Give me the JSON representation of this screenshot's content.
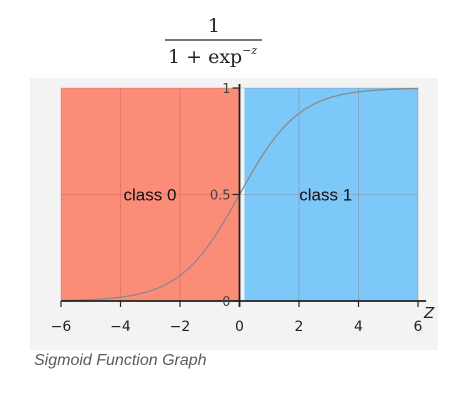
{
  "chart_data": {
    "type": "line",
    "title": {
      "numerator": "1",
      "denominator_prefix": "1 + exp",
      "denominator_exponent": "−z"
    },
    "xlabel": "Z",
    "ylabel": "",
    "xlim": [
      -6,
      6
    ],
    "ylim": [
      0,
      1
    ],
    "xticks": [
      -6,
      -4,
      -2,
      0,
      2,
      4,
      6
    ],
    "x_tick_labels": [
      "−6",
      "−4",
      "−2",
      "0",
      "2",
      "4",
      "6"
    ],
    "yticks": [
      0,
      0.5,
      1
    ],
    "y_tick_labels": [
      "0",
      "0.5",
      "1"
    ],
    "grid": true,
    "series": [
      {
        "function": "sigmoid",
        "x": [
          -6,
          -5,
          -4,
          -3,
          -2,
          -1,
          0,
          1,
          2,
          3,
          4,
          5,
          6
        ],
        "y": [
          0.0025,
          0.0067,
          0.018,
          0.047,
          0.119,
          0.269,
          0.5,
          0.731,
          0.881,
          0.953,
          0.982,
          0.9933,
          0.9975
        ]
      }
    ],
    "regions": [
      {
        "label": "class 0",
        "x_range": [
          -6,
          0
        ],
        "color": "#fb8c78"
      },
      {
        "label": "class 1",
        "x_range": [
          0,
          6
        ],
        "color": "#7cc8f8"
      }
    ]
  },
  "caption": "Sigmoid Function Graph",
  "colors": {
    "curve": "#8a8a8a",
    "axis": "#222222",
    "grid": "#a04848",
    "plot_background": "#f3f3f3"
  }
}
